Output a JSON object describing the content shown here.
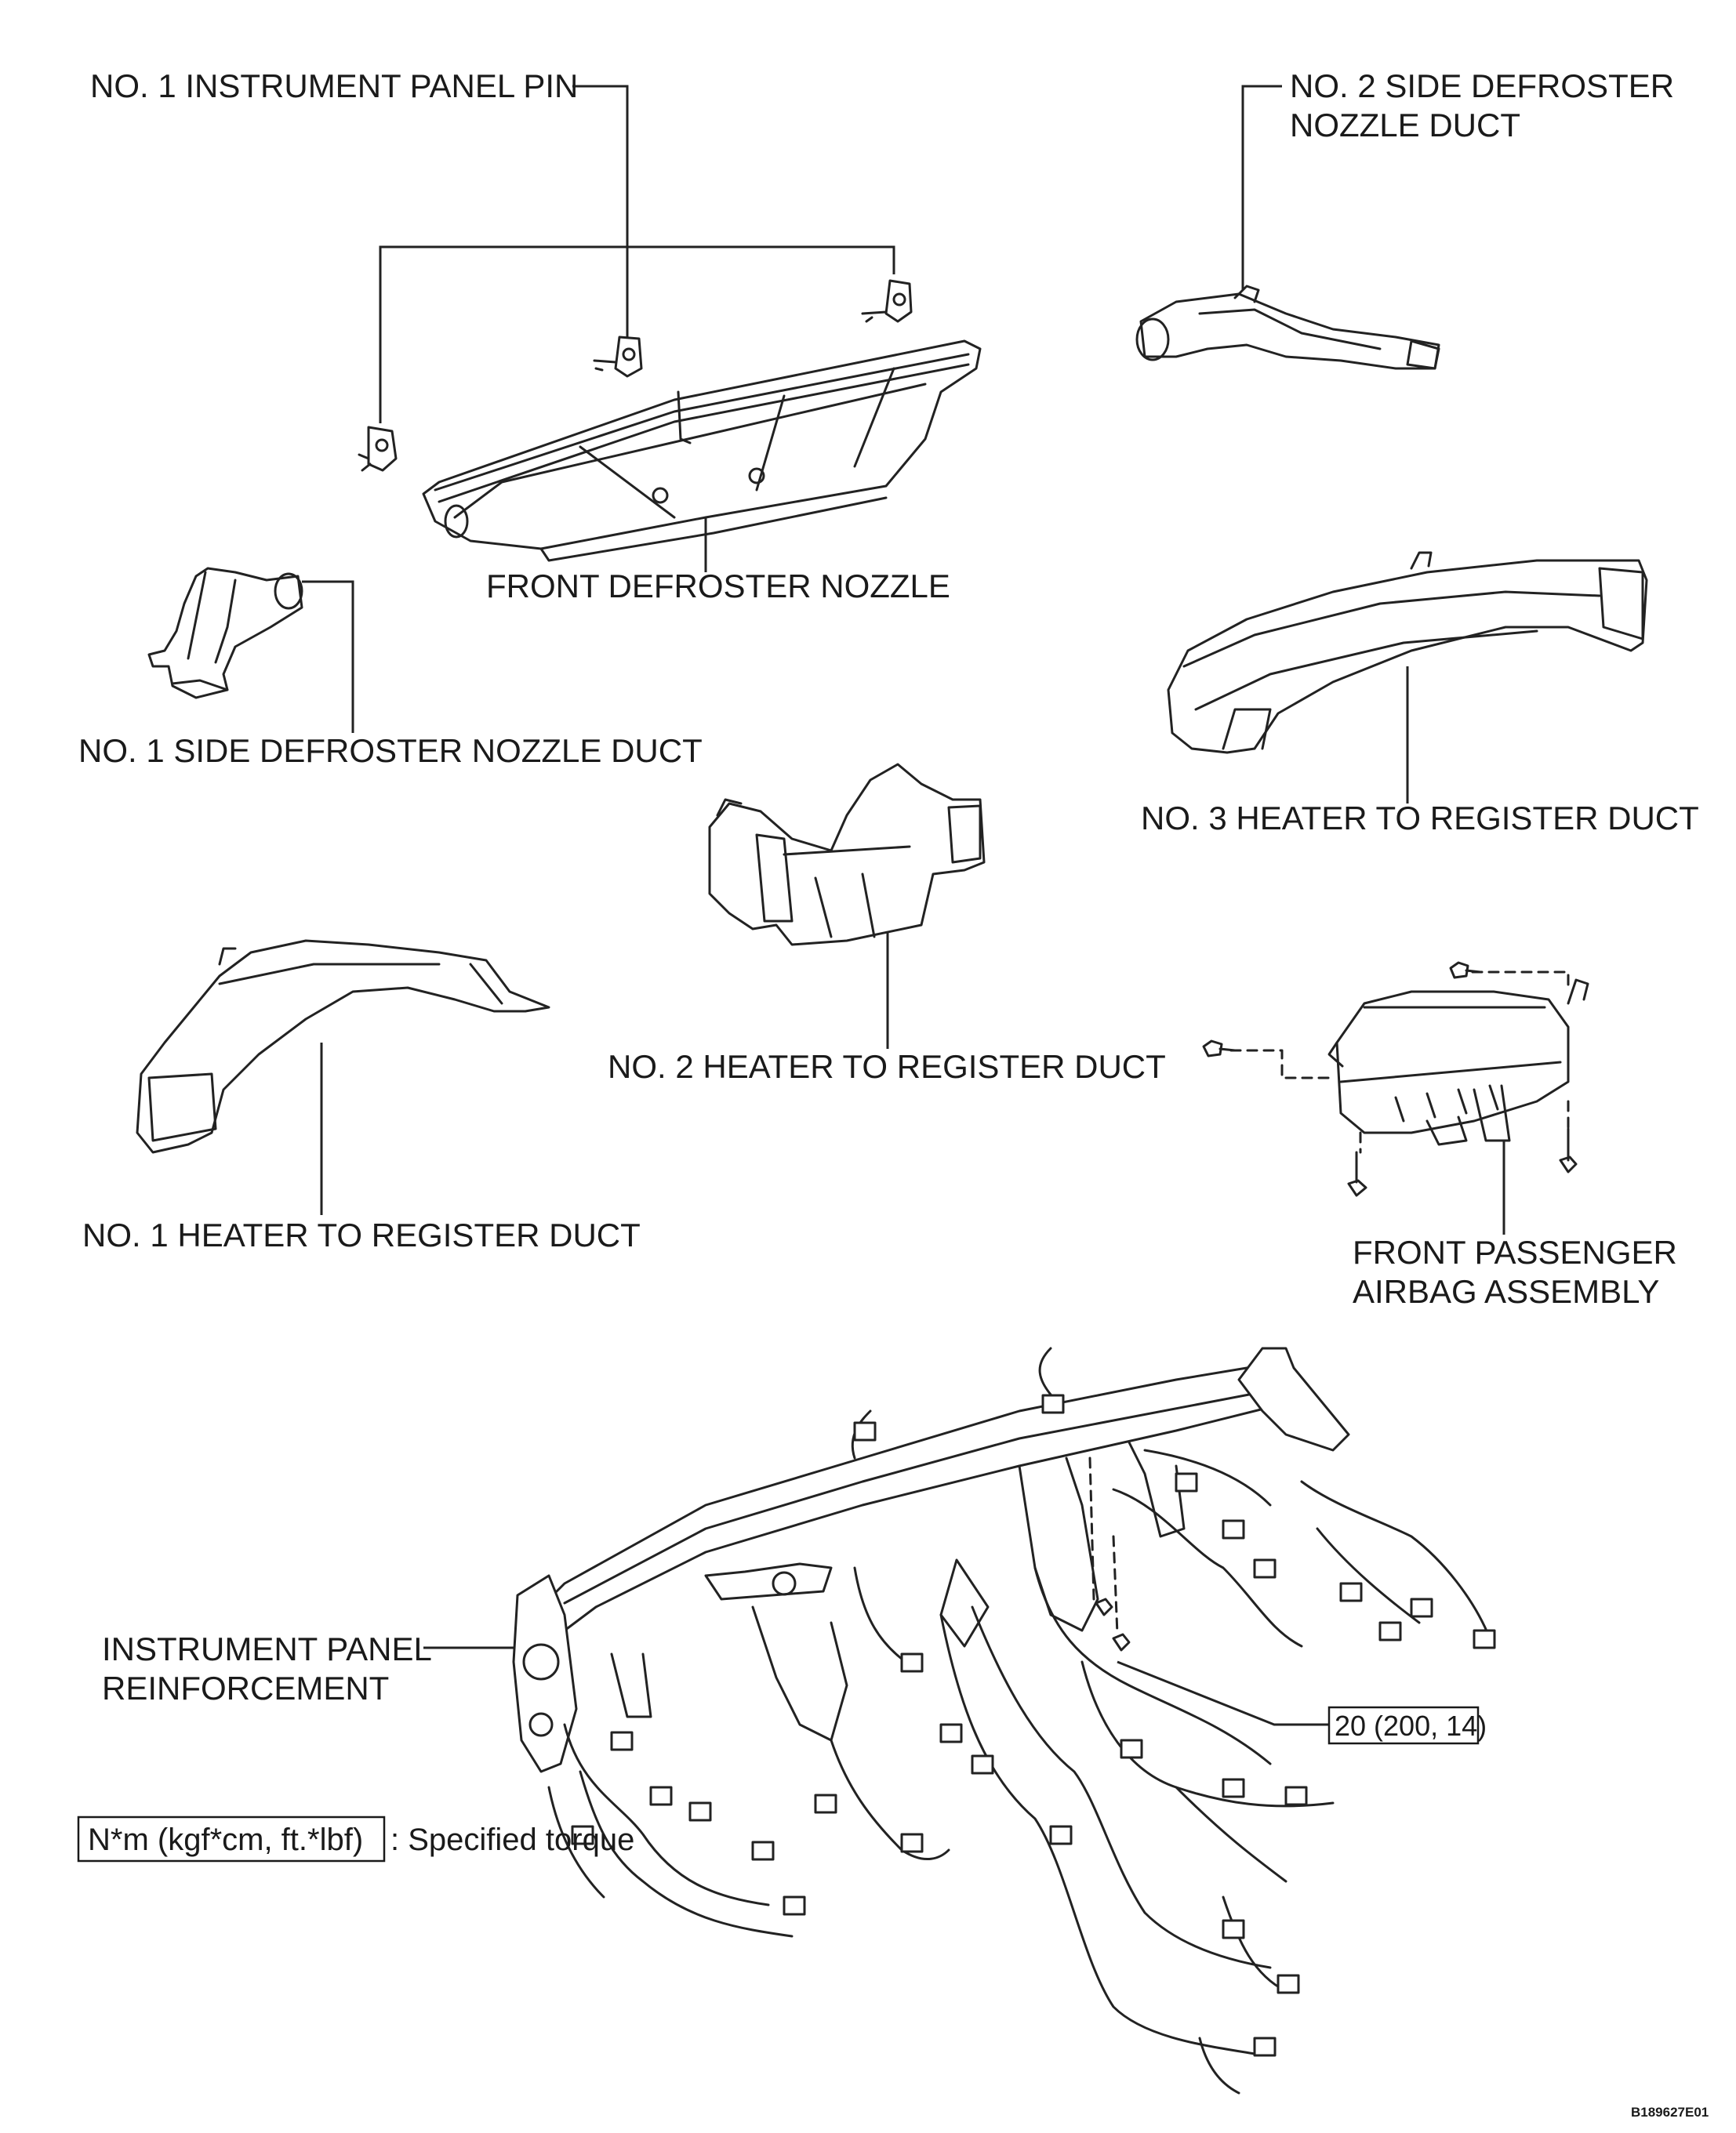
{
  "labels": {
    "pin": "NO. 1 INSTRUMENT PANEL PIN",
    "side2_line1": "NO. 2 SIDE DEFROSTER",
    "side2_line2": "NOZZLE DUCT",
    "front_defroster": "FRONT DEFROSTER NOZZLE",
    "side1": "NO. 1 SIDE DEFROSTER NOZZLE DUCT",
    "heater3": "NO. 3 HEATER TO REGISTER DUCT",
    "heater2": "NO. 2 HEATER TO REGISTER DUCT",
    "heater1": "NO. 1 HEATER TO REGISTER DUCT",
    "airbag_line1": "FRONT PASSENGER",
    "airbag_line2": "AIRBAG ASSEMBLY",
    "reinf_line1": "INSTRUMENT PANEL",
    "reinf_line2": "REINFORCEMENT",
    "torque_value": "20 (200, 14)",
    "legend_box": "N*m (kgf*cm, ft.*lbf)",
    "legend_text": ": Specified torque",
    "figure_code": "B189627E01"
  }
}
